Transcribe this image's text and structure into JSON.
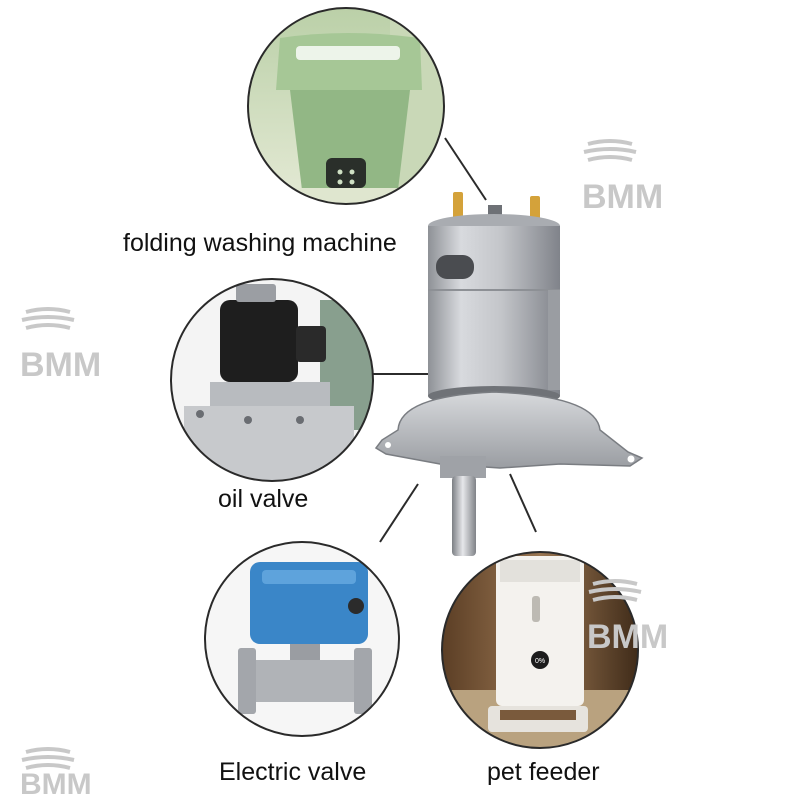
{
  "labels": {
    "folding_washing_machine": "folding washing machine",
    "oil_valve": "oil valve",
    "electric_valve": "Electric valve",
    "pet_feeder": "pet feeder"
  },
  "watermark": {
    "text": "BMM",
    "color": "#c8c8c8"
  },
  "colors": {
    "washer_green": "#9dbf8e",
    "valve_blue": "#3a86c8",
    "motor_silver": "#b9bcc0",
    "terminal_gold": "#d4a23a",
    "circle_border": "#2a2a2a"
  },
  "photo_contents": {
    "washer_display_text": "",
    "feeder_display_text": "0%"
  }
}
